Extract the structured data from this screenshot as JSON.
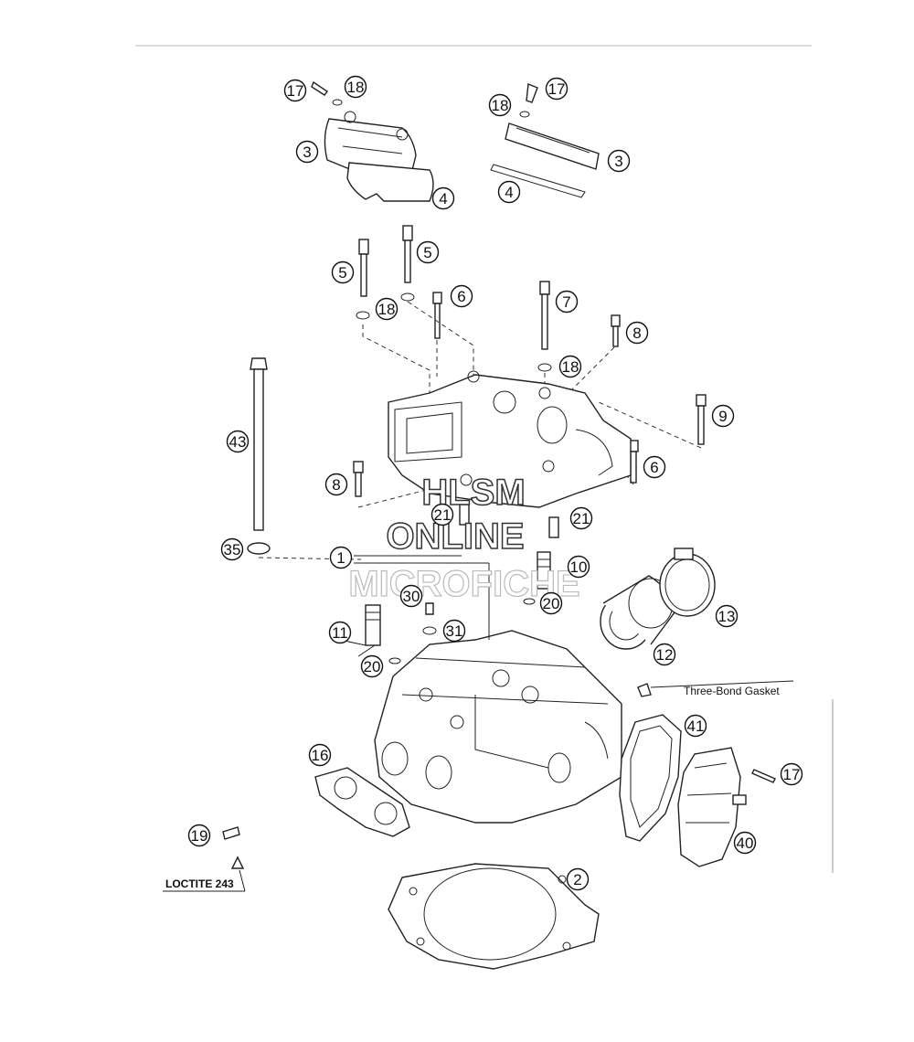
{
  "callouts": [
    {
      "id": "17"
    },
    {
      "id": "18"
    },
    {
      "id": "3"
    },
    {
      "id": "4"
    },
    {
      "id": "17"
    },
    {
      "id": "18"
    },
    {
      "id": "3"
    },
    {
      "id": "4"
    },
    {
      "id": "5"
    },
    {
      "id": "5"
    },
    {
      "id": "18"
    },
    {
      "id": "6"
    },
    {
      "id": "7"
    },
    {
      "id": "8"
    },
    {
      "id": "18"
    },
    {
      "id": "9"
    },
    {
      "id": "43"
    },
    {
      "id": "8"
    },
    {
      "id": "6"
    },
    {
      "id": "21"
    },
    {
      "id": "21"
    },
    {
      "id": "35"
    },
    {
      "id": "1"
    },
    {
      "id": "10"
    },
    {
      "id": "20"
    },
    {
      "id": "13"
    },
    {
      "id": "30"
    },
    {
      "id": "11"
    },
    {
      "id": "31"
    },
    {
      "id": "12"
    },
    {
      "id": "20"
    },
    {
      "id": "41"
    },
    {
      "id": "16"
    },
    {
      "id": "17"
    },
    {
      "id": "40"
    },
    {
      "id": "19"
    },
    {
      "id": "2"
    }
  ],
  "notes": {
    "three_bond": "Three-Bond Gasket",
    "loctite": "LOCTITE 243"
  },
  "watermark": {
    "line1": "HLSM",
    "line2": "ONLINE",
    "line3": "MICROFICHE"
  }
}
